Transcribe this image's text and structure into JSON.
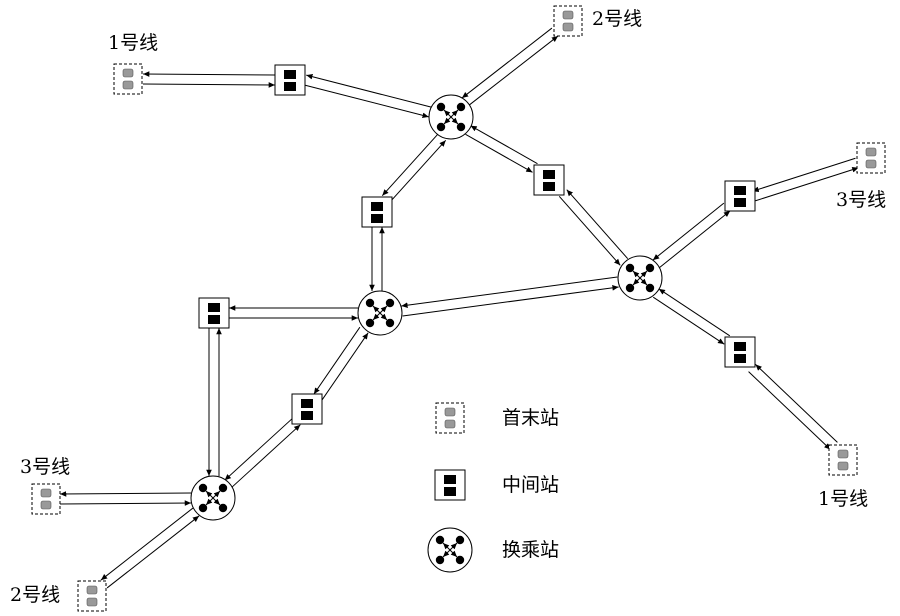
{
  "line_labels": {
    "l1_top": "1号线",
    "l2_top": "2号线",
    "l3_right": "3号线",
    "l1_bottom": "1号线",
    "l3_left": "3号线",
    "l2_bottom": "2号线"
  },
  "legend": {
    "terminal": "首末站",
    "intermediate": "中间站",
    "transfer": "换乘站"
  }
}
